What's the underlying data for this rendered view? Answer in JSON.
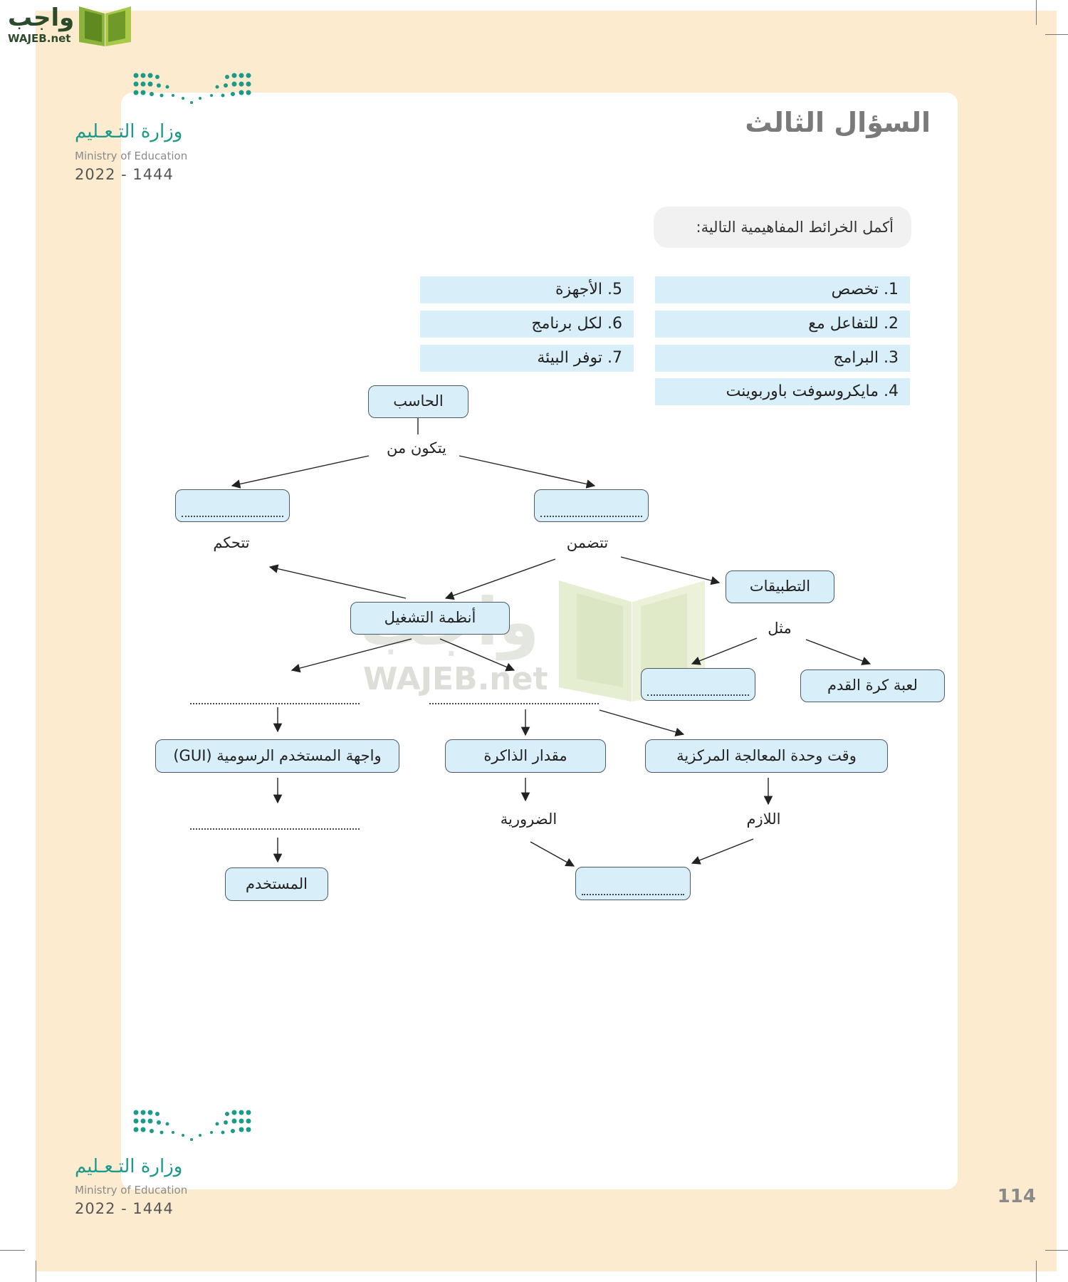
{
  "brand": {
    "arabic": "واجب",
    "latin": "WAJEB.net"
  },
  "ministry": {
    "arabic": "وزارة التـعـليم",
    "english": "Ministry of Education",
    "year": "2022 - 1444"
  },
  "watermark": {
    "arabic": "واجب",
    "latin": "WAJEB.net"
  },
  "question_title": "السؤال الثالث",
  "instruction": "أكمل الخرائط المفاهيمية التالية:",
  "options": [
    "1. تخصص",
    "2. للتفاعل مع",
    "3. البرامج",
    "4. مايكروسوفت باوربوينت",
    "5. الأجهزة",
    "6. لكل برنامج",
    "7. توفر البيئة"
  ],
  "concept_map": {
    "computer": "الحاسب",
    "consists_of": "يتكون من",
    "controls": "تتحكم",
    "includes": "تتضمن",
    "applications": "التطبيقات",
    "operating_systems": "أنظمة التشغيل",
    "example": "مثل",
    "football_game": "لعبة كرة القدم",
    "gui": "واجهة المستخدم الرسومية (GUI)",
    "memory_amount": "مقدار الذاكرة",
    "cpu_time": "وقت وحدة المعالجة المركزية",
    "necessary_f": "الضرورية",
    "necessary_m": "اللازم",
    "user": "المستخدم"
  },
  "page_number": "114"
}
